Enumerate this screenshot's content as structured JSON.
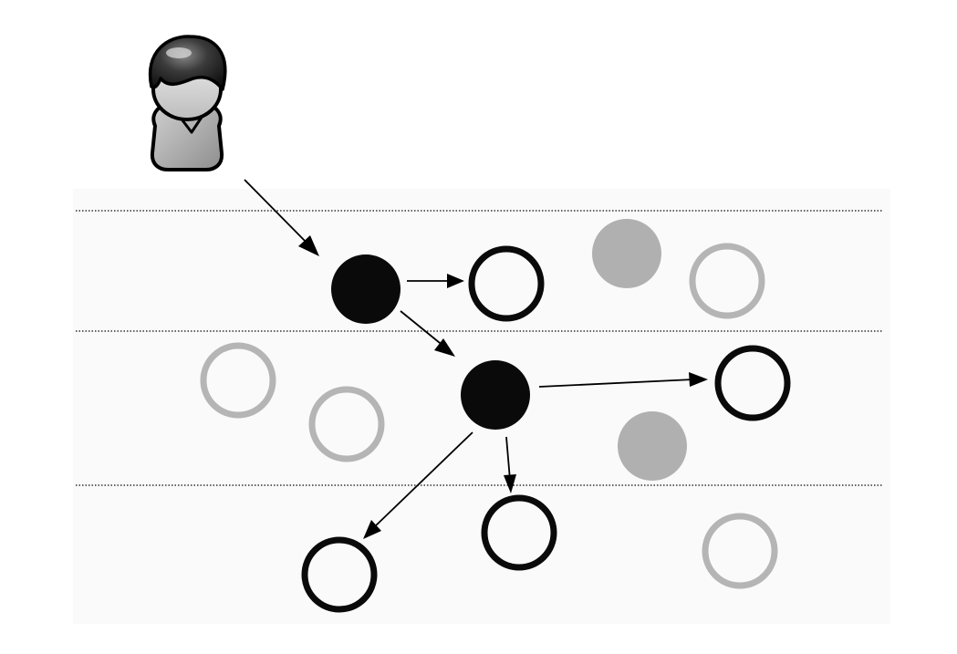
{
  "diagram": {
    "layer_count": 3,
    "node_states": [
      "visited",
      "frontier",
      "unvisited-active",
      "unvisited-inactive"
    ],
    "colors": {
      "background": "#ffffff",
      "layer_band": "#fafafa",
      "visited": "#0a0a0a",
      "frontier_stroke": "#0a0a0a",
      "inactive_fill": "#b0b0b0",
      "inactive_stroke": "#b5b5b5"
    },
    "icons": [
      "user-icon"
    ]
  }
}
